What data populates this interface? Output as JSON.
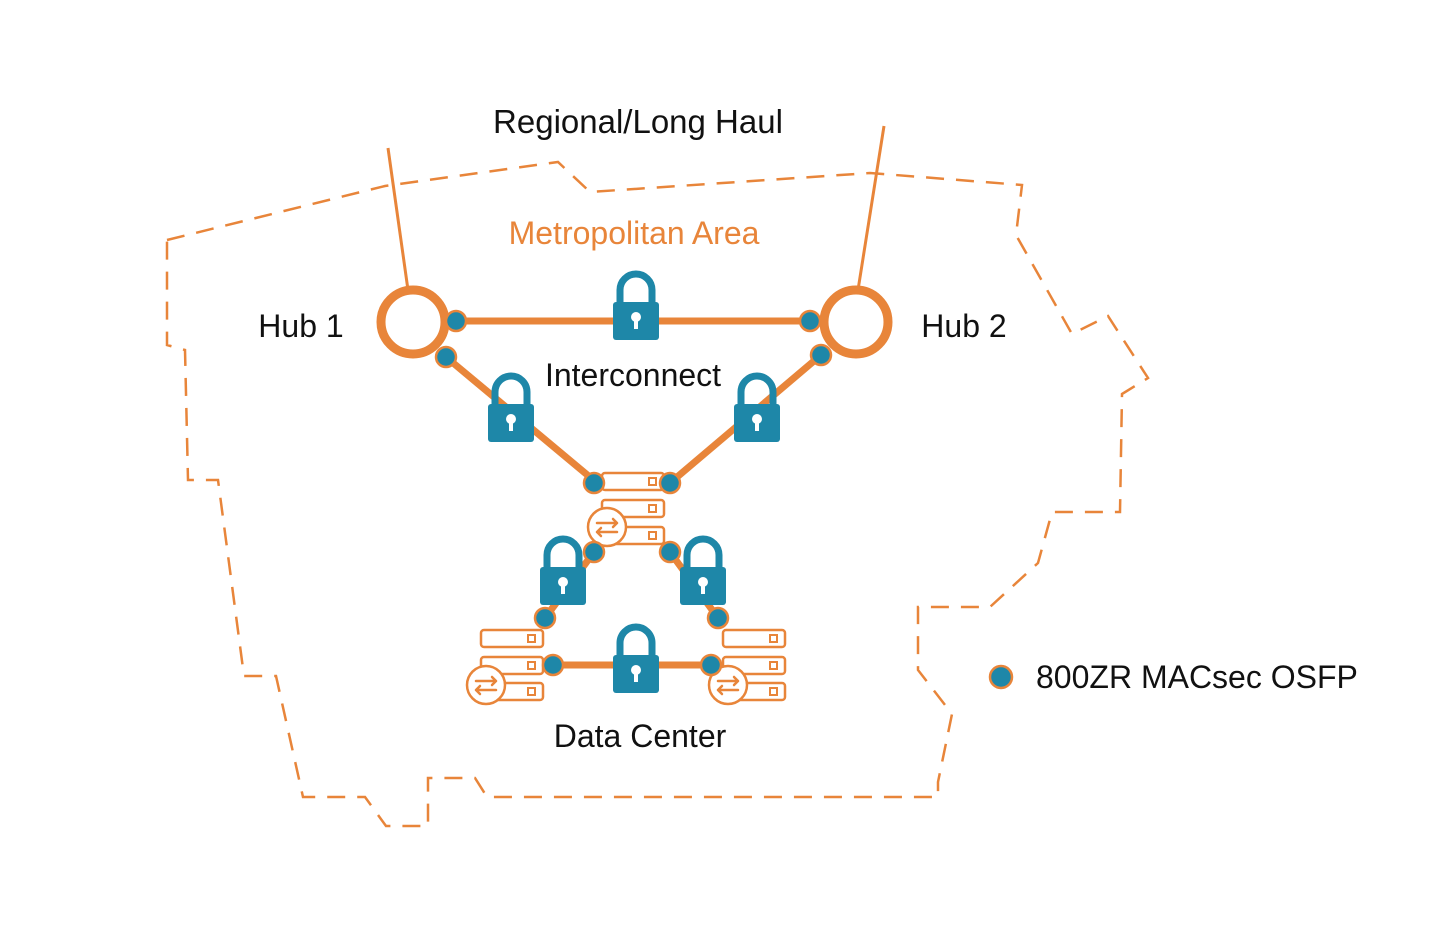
{
  "labels": {
    "regional": "Regional/Long Haul",
    "metro": "Metropolitan Area",
    "hub1": "Hub 1",
    "hub2": "Hub 2",
    "interconnect": "Interconnect",
    "datacenter": "Data Center"
  },
  "legend": {
    "label": "800ZR MACsec OSFP",
    "icon": "teal-dot-icon"
  },
  "colors": {
    "orange": "#e8853a",
    "teal": "#1e87a8",
    "text": "#111111"
  },
  "icons": {
    "lock": "lock-icon",
    "server": "server-stack-icon",
    "switch": "switch-arrows-icon"
  }
}
